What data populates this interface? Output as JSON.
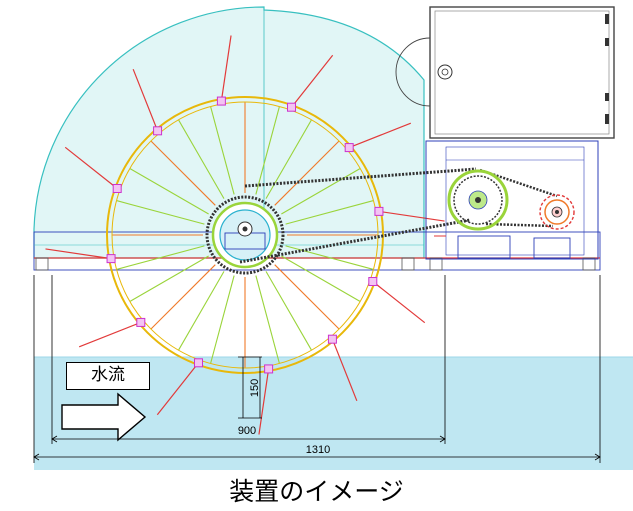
{
  "labels": {
    "water_flow": "水流",
    "dim_depth": "150",
    "dim_wheel": "900",
    "dim_total": "1310",
    "caption": "装置のイメージ"
  },
  "colors": {
    "water": "#bfe7f2",
    "water_line": "#9ed7e8",
    "guard_fill": "#e1f6f6",
    "guard_line": "#38c0c0",
    "rim": "#e8b80a",
    "spoke": "#9ad43a",
    "spoke_alt": "#f07a2a",
    "paddle": "#e23a3a",
    "frame": "#2c3fb8",
    "chain": "#333333",
    "hub": "#2bb2cf",
    "bracket": "#cc33cc"
  }
}
